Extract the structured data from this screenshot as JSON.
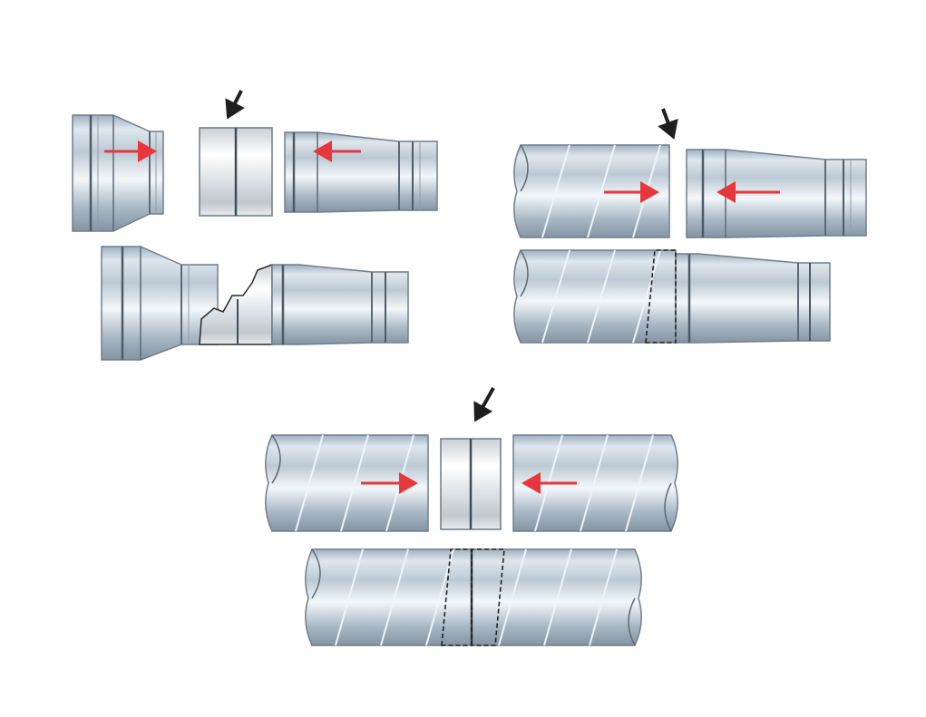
{
  "diagram": {
    "panels": [
      {
        "id": "reducer-to-reducer",
        "steps": [
          "separate",
          "joined"
        ],
        "connector": "coupling-ring",
        "parts": [
          "reducer",
          "reducer"
        ]
      },
      {
        "id": "spiral-pipe-to-reducer",
        "steps": [
          "separate",
          "joined"
        ],
        "connector": "none",
        "parts": [
          "spiral-pipe",
          "reducer"
        ]
      },
      {
        "id": "spiral-pipe-to-spiral-pipe",
        "steps": [
          "separate",
          "joined"
        ],
        "connector": "coupling-ring",
        "parts": [
          "spiral-pipe",
          "spiral-pipe"
        ]
      }
    ],
    "colors": {
      "pipe_light": "#eef3f8",
      "pipe_mid": "#b9c7d3",
      "pipe_dark": "#7f8f9d",
      "seam": "#eef4fa",
      "outline": "#55626e",
      "ring_dark": "#3f4d59",
      "motion_arrow": "#e8373c",
      "pointer_arrow": "#1f1f1f",
      "dashed": "#222222"
    },
    "icons": [
      "push-arrow-icon",
      "insert-pointer-icon"
    ]
  }
}
